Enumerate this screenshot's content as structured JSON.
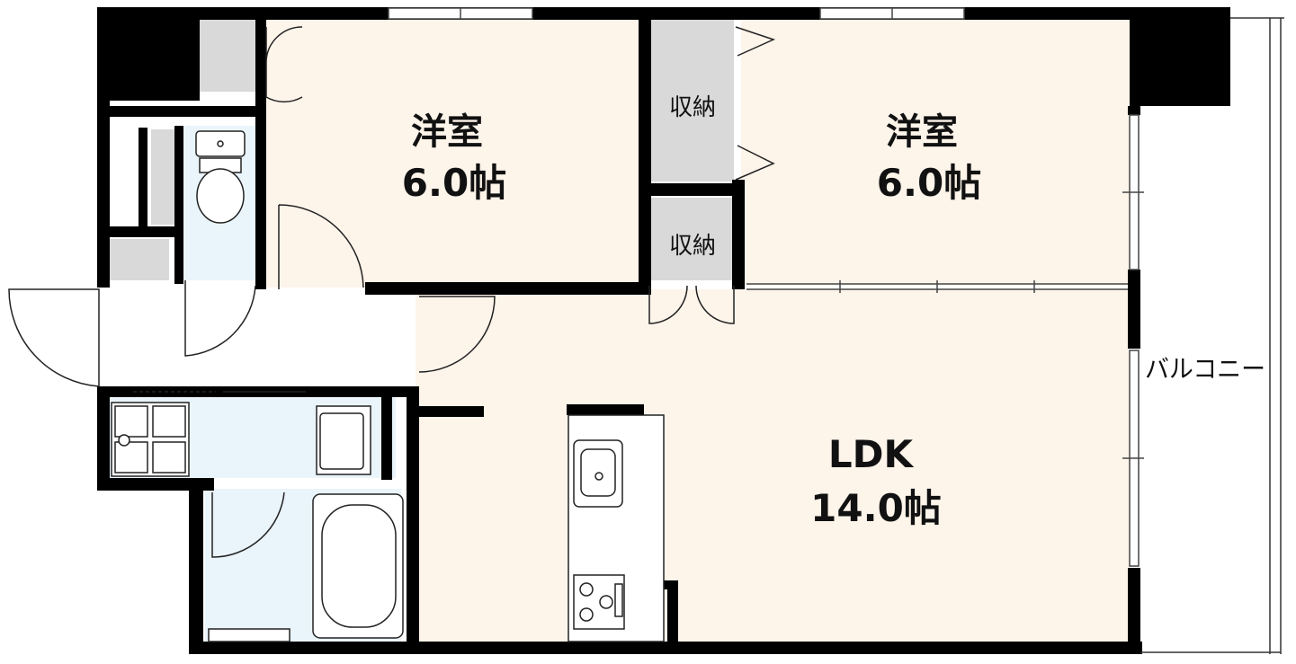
{
  "plan": {
    "rooms": {
      "western_room_left": {
        "name": "洋室",
        "size": "6.0帖"
      },
      "western_room_right": {
        "name": "洋室",
        "size": "6.0帖"
      },
      "ldk": {
        "name": "LDK",
        "size": "14.0帖"
      }
    },
    "storage": {
      "upper": "収納",
      "lower": "収納"
    },
    "balcony": "バルコニー"
  },
  "colors": {
    "wall": "#000000",
    "floor": "#fdf4ea",
    "wet_area": "#eaf4fb",
    "storage": "#d9d9d9",
    "fixture_line": "#222222"
  }
}
